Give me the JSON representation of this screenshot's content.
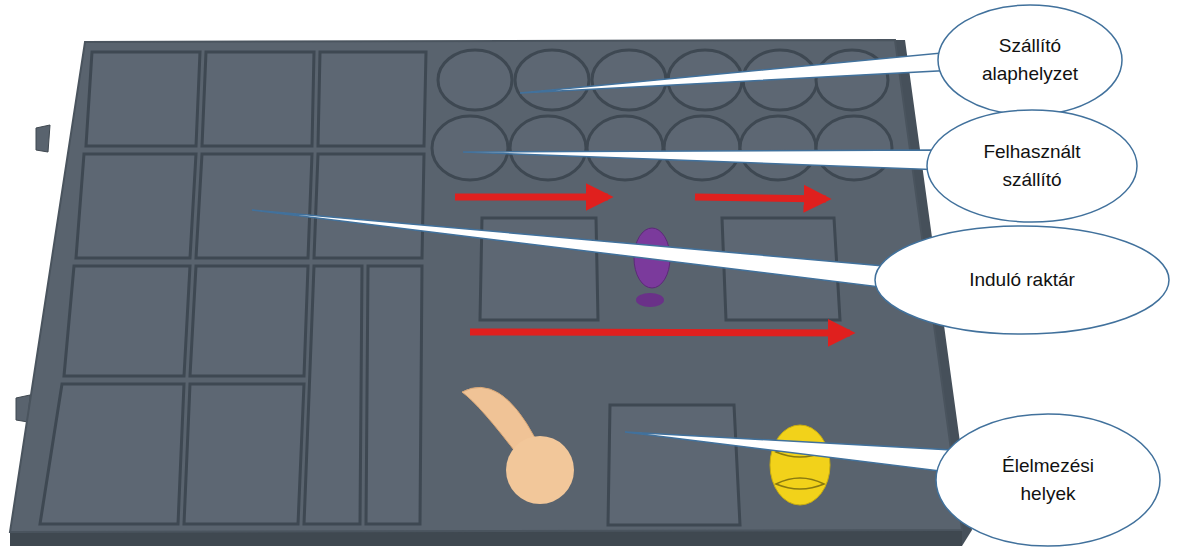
{
  "diagram": {
    "nodes": [
      {
        "text": [
          "Szállító alaphelyzet"
        ]
      },
      {
        "text": [
          "Felhasznált szállító"
        ]
      },
      {
        "text": [
          "Induló raktár"
        ]
      },
      {
        "text": [
          "Élelmezési helyek"
        ]
      }
    ]
  }
}
